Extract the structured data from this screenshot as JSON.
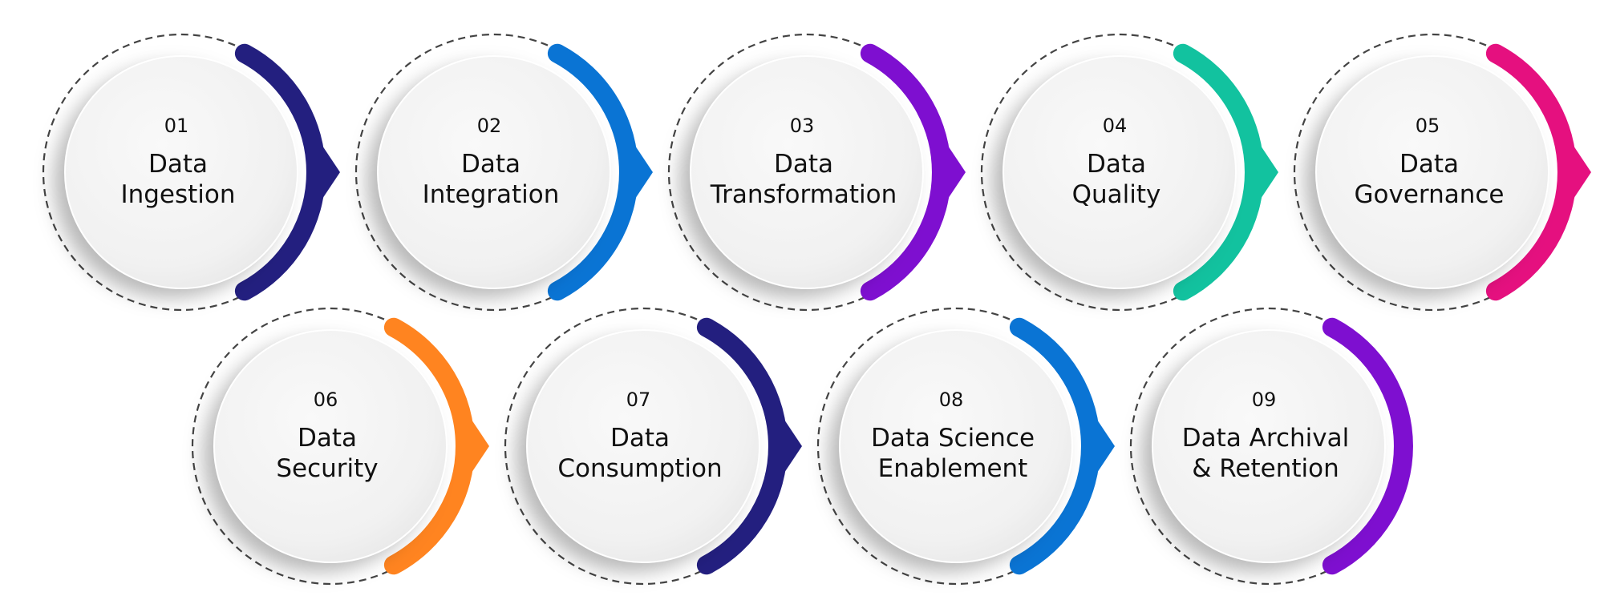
{
  "steps": [
    {
      "number": "01",
      "lines": [
        "Data",
        "Ingestion"
      ],
      "accent": "#231f7f"
    },
    {
      "number": "02",
      "lines": [
        "Data",
        "Integration"
      ],
      "accent": "#0a74d4"
    },
    {
      "number": "03",
      "lines": [
        "Data",
        "Transformation"
      ],
      "accent": "#7e0fd0"
    },
    {
      "number": "04",
      "lines": [
        "Data",
        "Quality"
      ],
      "accent": "#12c29f"
    },
    {
      "number": "05",
      "lines": [
        "Data",
        "Governance"
      ],
      "accent": "#e5107f"
    },
    {
      "number": "06",
      "lines": [
        "Data",
        "Security"
      ],
      "accent": "#ff8420"
    },
    {
      "number": "07",
      "lines": [
        "Data",
        "Consumption"
      ],
      "accent": "#231f7f"
    },
    {
      "number": "08",
      "lines": [
        "Data Science",
        "Enablement"
      ],
      "accent": "#0a74d4"
    },
    {
      "number": "09",
      "lines": [
        "Data Archival",
        "& Retention"
      ],
      "accent": "#7e0fd0"
    }
  ],
  "style": {
    "circle_fill": "#f1f1f1",
    "dashed_ring_color": "#444444",
    "text_color": "#111111"
  }
}
